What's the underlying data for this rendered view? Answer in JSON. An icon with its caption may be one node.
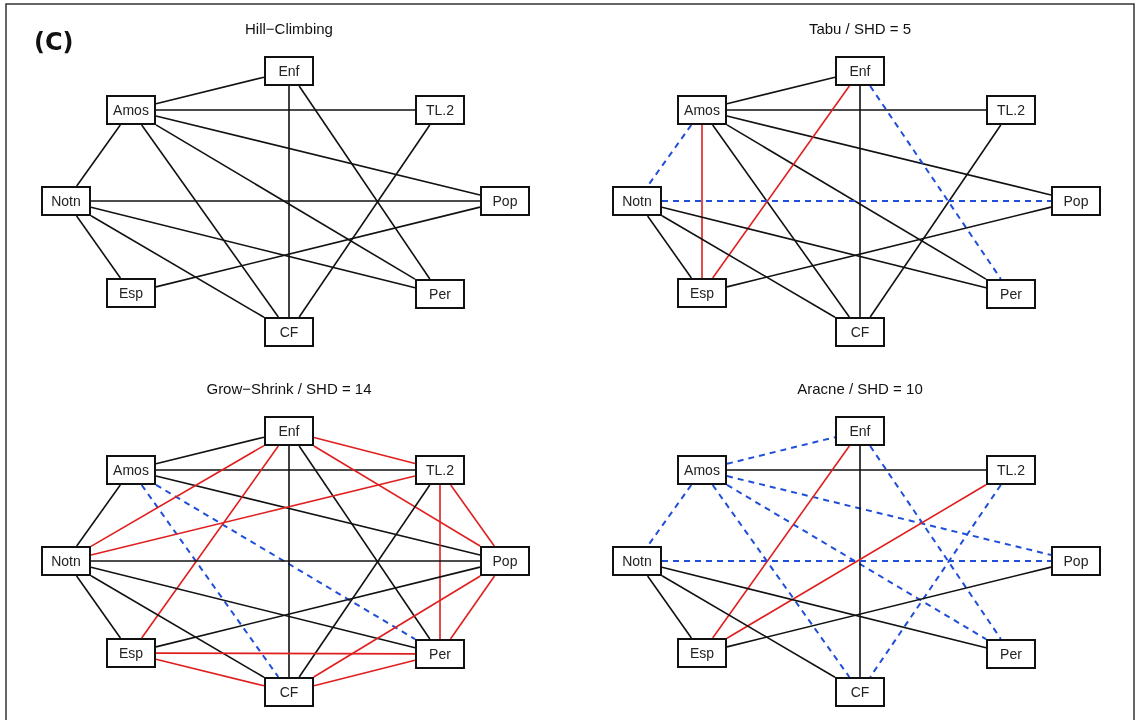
{
  "diagram": {
    "nodes": [
      {
        "text": [
          "Enf"
        ]
      },
      {
        "text": [
          "Amos"
        ]
      },
      {
        "text": [
          "TL.2"
        ]
      },
      {
        "text": [
          "Notn"
        ]
      },
      {
        "text": [
          "Pop"
        ]
      },
      {
        "text": [
          "Esp"
        ]
      },
      {
        "text": [
          "Per"
        ]
      },
      {
        "text": [
          "CF"
        ]
      },
      {
        "text": [
          "Enf"
        ]
      },
      {
        "text": [
          "Amos"
        ]
      },
      {
        "text": [
          "TL.2"
        ]
      },
      {
        "text": [
          "Notn"
        ]
      },
      {
        "text": [
          "Pop"
        ]
      },
      {
        "text": [
          "Esp"
        ]
      },
      {
        "text": [
          "Per"
        ]
      },
      {
        "text": [
          "CF"
        ]
      },
      {
        "text": [
          "Enf"
        ]
      },
      {
        "text": [
          "Amos"
        ]
      },
      {
        "text": [
          "TL.2"
        ]
      },
      {
        "text": [
          "Notn"
        ]
      },
      {
        "text": [
          "Pop"
        ]
      },
      {
        "text": [
          "Esp"
        ]
      },
      {
        "text": [
          "Per"
        ]
      },
      {
        "text": [
          "CF"
        ]
      },
      {
        "text": [
          "Enf"
        ]
      },
      {
        "text": [
          "Amos"
        ]
      },
      {
        "text": [
          "TL.2"
        ]
      },
      {
        "text": [
          "Notn"
        ]
      },
      {
        "text": [
          "Pop"
        ]
      },
      {
        "text": [
          "Esp"
        ]
      },
      {
        "text": [
          "Per"
        ]
      },
      {
        "text": [
          "CF"
        ]
      }
    ],
    "edges": [
      {
        "from": 1,
        "to": 0,
        "arrow": "none"
      },
      {
        "from": 1,
        "to": 2,
        "arrow": "none"
      },
      {
        "from": 1,
        "to": 4,
        "arrow": "none"
      },
      {
        "from": 1,
        "to": 6,
        "arrow": "none"
      },
      {
        "from": 1,
        "to": 7,
        "arrow": "none"
      },
      {
        "from": 1,
        "to": 3,
        "arrow": "none"
      },
      {
        "from": 0,
        "to": 7,
        "arrow": "none"
      },
      {
        "from": 0,
        "to": 6,
        "arrow": "none"
      },
      {
        "from": 2,
        "to": 7,
        "arrow": "none"
      },
      {
        "from": 3,
        "to": 4,
        "arrow": "none"
      },
      {
        "from": 3,
        "to": 6,
        "arrow": "none"
      },
      {
        "from": 3,
        "to": 7,
        "arrow": "none"
      },
      {
        "from": 3,
        "to": 5,
        "arrow": "none"
      },
      {
        "from": 5,
        "to": 4,
        "arrow": "none"
      },
      {
        "from": 9,
        "to": 8,
        "arrow": "none"
      },
      {
        "from": 9,
        "to": 10,
        "arrow": "none"
      },
      {
        "from": 9,
        "to": 12,
        "arrow": "none"
      },
      {
        "from": 9,
        "to": 14,
        "arrow": "none"
      },
      {
        "from": 9,
        "to": 15,
        "arrow": "none"
      },
      {
        "from": 9,
        "to": 11,
        "arrow": "none",
        "style": "dashed",
        "color": "#1f4fd8"
      },
      {
        "from": 9,
        "to": 13,
        "arrow": "none",
        "color": "#e01e1e"
      },
      {
        "from": 8,
        "to": 13,
        "arrow": "none",
        "color": "#e01e1e"
      },
      {
        "from": 8,
        "to": 15,
        "arrow": "none"
      },
      {
        "from": 8,
        "to": 14,
        "arrow": "none",
        "style": "dashed",
        "color": "#1f4fd8"
      },
      {
        "from": 10,
        "to": 15,
        "arrow": "none"
      },
      {
        "from": 11,
        "to": 12,
        "arrow": "none",
        "style": "dashed",
        "color": "#1f4fd8"
      },
      {
        "from": 11,
        "to": 14,
        "arrow": "none"
      },
      {
        "from": 11,
        "to": 15,
        "arrow": "none"
      },
      {
        "from": 11,
        "to": 13,
        "arrow": "none"
      },
      {
        "from": 13,
        "to": 12,
        "arrow": "none"
      },
      {
        "from": 17,
        "to": 16,
        "arrow": "none"
      },
      {
        "from": 17,
        "to": 18,
        "arrow": "none"
      },
      {
        "from": 17,
        "to": 20,
        "arrow": "none"
      },
      {
        "from": 17,
        "to": 22,
        "arrow": "none",
        "style": "dashed",
        "color": "#1f4fd8"
      },
      {
        "from": 17,
        "to": 23,
        "arrow": "none",
        "style": "dashed",
        "color": "#1f4fd8"
      },
      {
        "from": 17,
        "to": 19,
        "arrow": "none"
      },
      {
        "from": 16,
        "to": 19,
        "arrow": "none",
        "color": "#e01e1e"
      },
      {
        "from": 16,
        "to": 21,
        "arrow": "none",
        "color": "#e01e1e"
      },
      {
        "from": 16,
        "to": 23,
        "arrow": "none"
      },
      {
        "from": 16,
        "to": 22,
        "arrow": "none"
      },
      {
        "from": 16,
        "to": 18,
        "arrow": "none",
        "color": "#e01e1e"
      },
      {
        "from": 16,
        "to": 20,
        "arrow": "none",
        "color": "#e01e1e"
      },
      {
        "from": 18,
        "to": 19,
        "arrow": "none",
        "color": "#e01e1e"
      },
      {
        "from": 18,
        "to": 23,
        "arrow": "none"
      },
      {
        "from": 18,
        "to": 22,
        "arrow": "none",
        "color": "#e01e1e"
      },
      {
        "from": 18,
        "to": 20,
        "arrow": "none",
        "color": "#e01e1e"
      },
      {
        "from": 19,
        "to": 20,
        "arrow": "none"
      },
      {
        "from": 19,
        "to": 22,
        "arrow": "none"
      },
      {
        "from": 19,
        "to": 23,
        "arrow": "none"
      },
      {
        "from": 19,
        "to": 21,
        "arrow": "none"
      },
      {
        "from": 21,
        "to": 20,
        "arrow": "none"
      },
      {
        "from": 21,
        "to": 22,
        "arrow": "none",
        "color": "#e01e1e"
      },
      {
        "from": 21,
        "to": 23,
        "arrow": "none",
        "color": "#e01e1e"
      },
      {
        "from": 20,
        "to": 23,
        "arrow": "none",
        "color": "#e01e1e"
      },
      {
        "from": 20,
        "to": 22,
        "arrow": "none",
        "color": "#e01e1e"
      },
      {
        "from": 22,
        "to": 23,
        "arrow": "none",
        "color": "#e01e1e"
      },
      {
        "from": 25,
        "to": 24,
        "arrow": "none",
        "style": "dashed",
        "color": "#1f4fd8"
      },
      {
        "from": 25,
        "to": 26,
        "arrow": "none"
      },
      {
        "from": 25,
        "to": 28,
        "arrow": "none",
        "style": "dashed",
        "color": "#1f4fd8"
      },
      {
        "from": 25,
        "to": 30,
        "arrow": "none",
        "style": "dashed",
        "color": "#1f4fd8"
      },
      {
        "from": 25,
        "to": 31,
        "arrow": "none",
        "style": "dashed",
        "color": "#1f4fd8"
      },
      {
        "from": 25,
        "to": 27,
        "arrow": "none",
        "style": "dashed",
        "color": "#1f4fd8"
      },
      {
        "from": 24,
        "to": 29,
        "arrow": "none",
        "color": "#e01e1e"
      },
      {
        "from": 24,
        "to": 31,
        "arrow": "none"
      },
      {
        "from": 24,
        "to": 30,
        "arrow": "none",
        "style": "dashed",
        "color": "#1f4fd8"
      },
      {
        "from": 26,
        "to": 29,
        "arrow": "none",
        "color": "#e01e1e"
      },
      {
        "from": 26,
        "to": 31,
        "arrow": "none",
        "style": "dashed",
        "color": "#1f4fd8"
      },
      {
        "from": 27,
        "to": 28,
        "arrow": "none",
        "style": "dashed",
        "color": "#1f4fd8"
      },
      {
        "from": 27,
        "to": 30,
        "arrow": "none"
      },
      {
        "from": 27,
        "to": 31,
        "arrow": "none"
      },
      {
        "from": 27,
        "to": 29,
        "arrow": "none"
      },
      {
        "from": 29,
        "to": 28,
        "arrow": "none"
      }
    ],
    "labels": [
      "(C)",
      "Hill−Climbing",
      "Tabu / SHD = 5",
      "Grow−Shrink / SHD = 14",
      "Aracne / SHD = 10"
    ]
  }
}
